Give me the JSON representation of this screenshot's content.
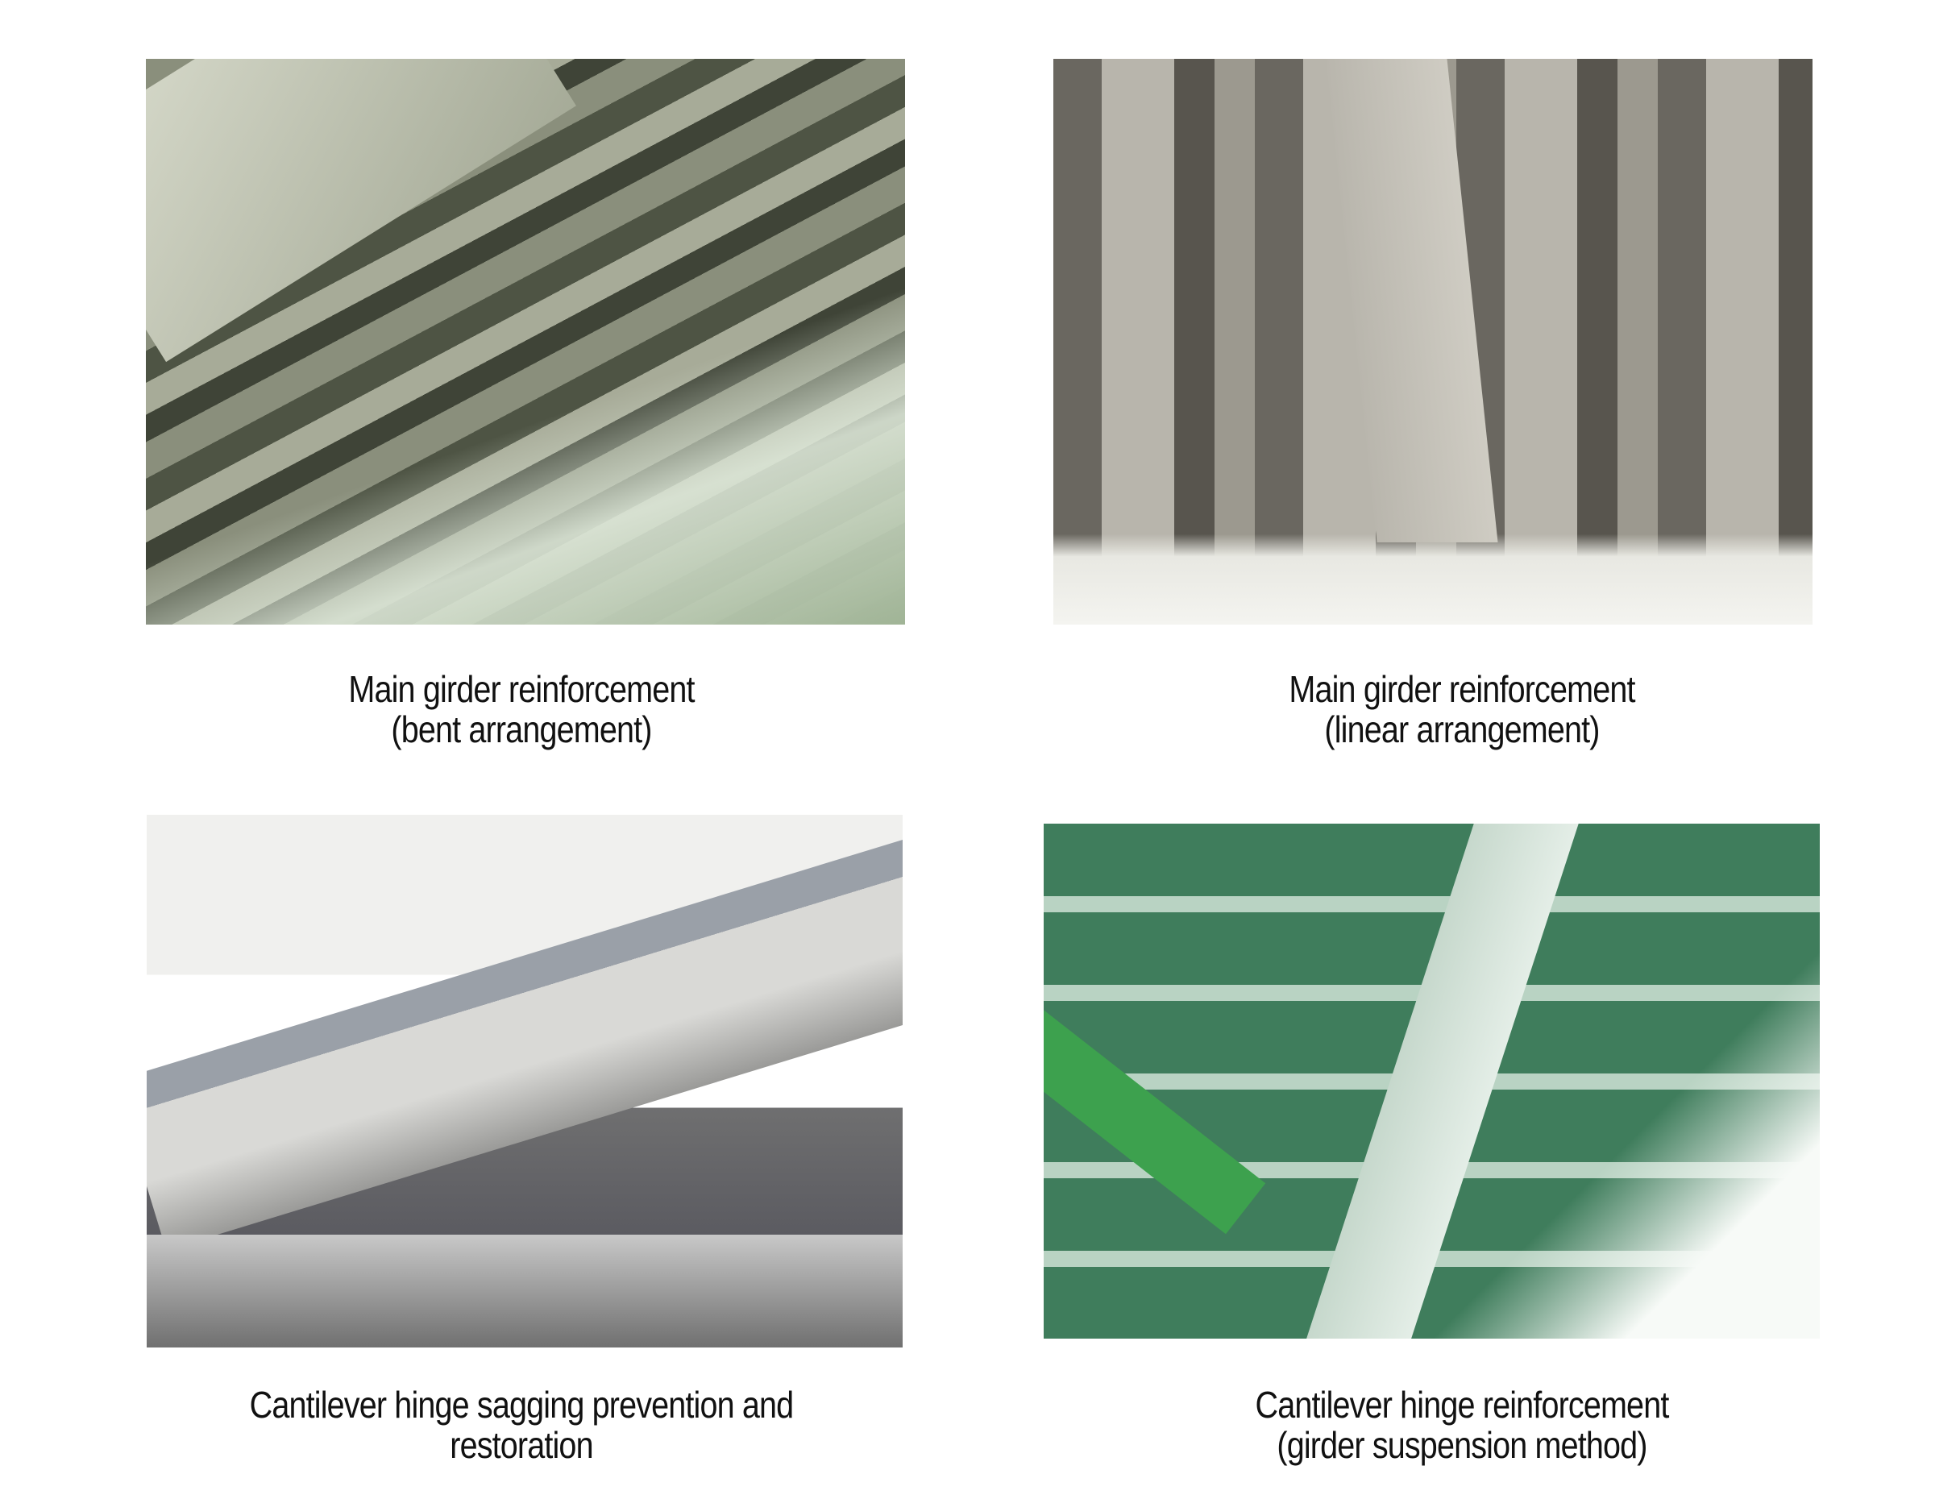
{
  "figures": [
    {
      "caption_line1": "Main girder reinforcement",
      "caption_line2": "(bent arrangement)"
    },
    {
      "caption_line1": "Main girder reinforcement",
      "caption_line2": "(linear arrangement)"
    },
    {
      "caption_line1": "Cantilever hinge sagging prevention and",
      "caption_line2": "restoration"
    },
    {
      "caption_line1": "Cantilever hinge reinforcement",
      "caption_line2": "(girder suspension method)"
    }
  ]
}
